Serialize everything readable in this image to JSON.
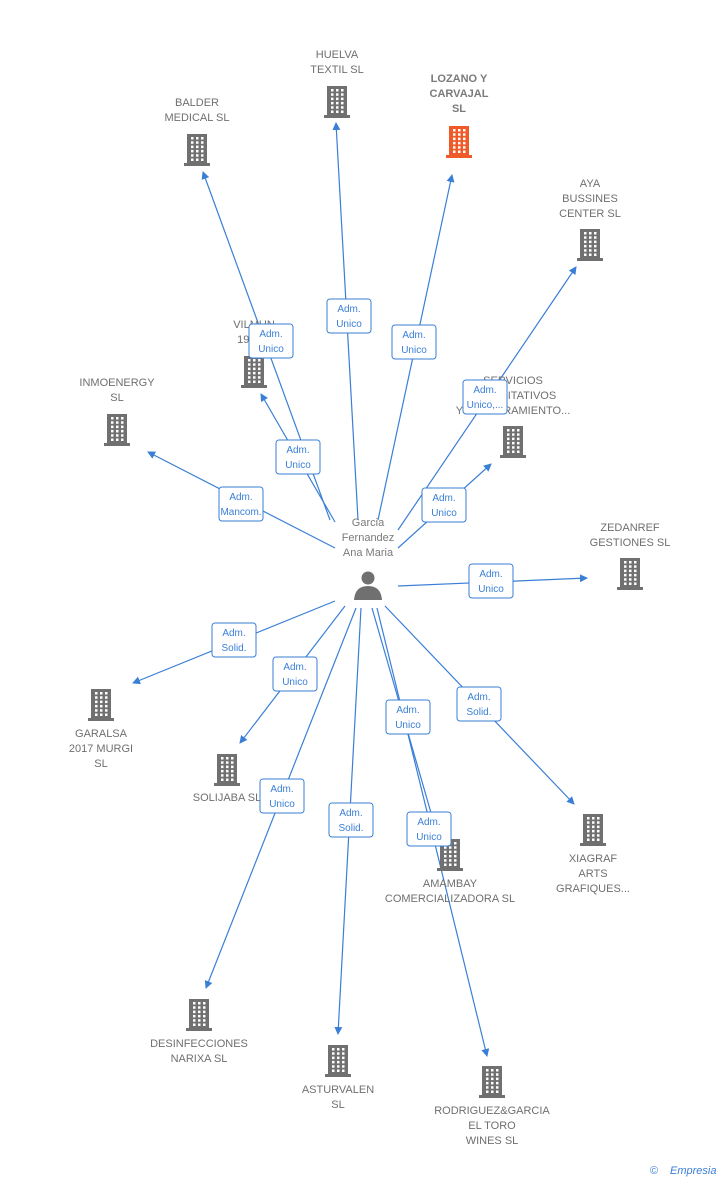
{
  "center": {
    "id": "garcia",
    "label": [
      "Garcia",
      "Fernandez",
      "Ana Maria"
    ],
    "icon": "person-icon"
  },
  "colors": {
    "edge": "#3a7fd6",
    "building": "#707070",
    "highlight": "#f05a28",
    "label": "#6f6f6f"
  },
  "nodes": [
    {
      "id": "huelva",
      "label": [
        "HUELVA",
        "TEXTIL SL"
      ],
      "icon": "building-icon",
      "highlight": false
    },
    {
      "id": "lozano",
      "label": [
        "LOZANO Y",
        "CARVAJAL",
        "SL"
      ],
      "icon": "building-icon",
      "highlight": true
    },
    {
      "id": "balder",
      "label": [
        "BALDER",
        "MEDICAL  SL"
      ],
      "icon": "building-icon",
      "highlight": false
    },
    {
      "id": "aya",
      "label": [
        "AYA",
        "BUSSINES",
        "CENTER SL"
      ],
      "icon": "building-icon",
      "highlight": false
    },
    {
      "id": "vilmun",
      "label": [
        "VILMUN",
        "1940..."
      ],
      "icon": "building-icon",
      "highlight": false
    },
    {
      "id": "inmoenergy",
      "label": [
        "INMOENERGY",
        "SL"
      ],
      "icon": "building-icon",
      "highlight": false
    },
    {
      "id": "servicios",
      "label": [
        "SERVICIOS",
        "CUANTITATIVOS",
        "Y ASESORAMIENTO..."
      ],
      "icon": "building-icon",
      "highlight": false
    },
    {
      "id": "zedanref",
      "label": [
        "ZEDANREF",
        "GESTIONES SL"
      ],
      "icon": "building-icon",
      "highlight": false
    },
    {
      "id": "garalsa",
      "label": [
        "GARALSA",
        "2017 MURGI",
        "SL"
      ],
      "icon": "building-icon",
      "highlight": false
    },
    {
      "id": "solijaba",
      "label": [
        "SOLIJABA SL"
      ],
      "icon": "building-icon",
      "highlight": false
    },
    {
      "id": "amambay",
      "label": [
        "AMAMBAY",
        "COMERCIALIZADORA SL"
      ],
      "icon": "building-icon",
      "highlight": false
    },
    {
      "id": "xiagraf",
      "label": [
        "XIAGRAF",
        "ARTS",
        "GRAFIQUES..."
      ],
      "icon": "building-icon",
      "highlight": false
    },
    {
      "id": "desinfecciones",
      "label": [
        "DESINFECCIONES",
        "NARIXA  SL"
      ],
      "icon": "building-icon",
      "highlight": false
    },
    {
      "id": "asturvalen",
      "label": [
        "ASTURVALEN",
        "SL"
      ],
      "icon": "building-icon",
      "highlight": false
    },
    {
      "id": "rodriguez",
      "label": [
        "RODRIGUEZ&GARCIA",
        "EL TORO",
        "WINES  SL"
      ],
      "icon": "building-icon",
      "highlight": false
    }
  ],
  "edges": [
    {
      "to": "huelva",
      "label": [
        "Adm.",
        "Unico"
      ]
    },
    {
      "to": "lozano",
      "label": [
        "Adm.",
        "Unico"
      ]
    },
    {
      "to": "balder",
      "label": [
        "Adm.",
        "Unico"
      ]
    },
    {
      "to": "aya",
      "label": [
        "Adm.",
        "Unico,..."
      ]
    },
    {
      "to": "vilmun",
      "label": [
        "Adm.",
        "Unico"
      ]
    },
    {
      "to": "inmoenergy",
      "label": [
        "Adm.",
        "Mancom."
      ]
    },
    {
      "to": "servicios",
      "label": [
        "Adm.",
        "Unico"
      ]
    },
    {
      "to": "zedanref",
      "label": [
        "Adm.",
        "Unico"
      ]
    },
    {
      "to": "garalsa",
      "label": [
        "Adm.",
        "Solid."
      ]
    },
    {
      "to": "solijaba",
      "label": [
        "Adm.",
        "Unico"
      ]
    },
    {
      "to": "desinfecciones",
      "label": [
        "Adm.",
        "Unico"
      ]
    },
    {
      "to": "asturvalen",
      "label": [
        "Adm.",
        "Solid."
      ]
    },
    {
      "to": "amambay",
      "label": [
        "Adm.",
        "Unico"
      ]
    },
    {
      "to": "rodriguez",
      "label": [
        "Adm.",
        "Unico"
      ]
    },
    {
      "to": "xiagraf",
      "label": [
        "Adm.",
        "Solid."
      ]
    }
  ],
  "footer": {
    "copyright": "©",
    "brand": "Empresia"
  }
}
